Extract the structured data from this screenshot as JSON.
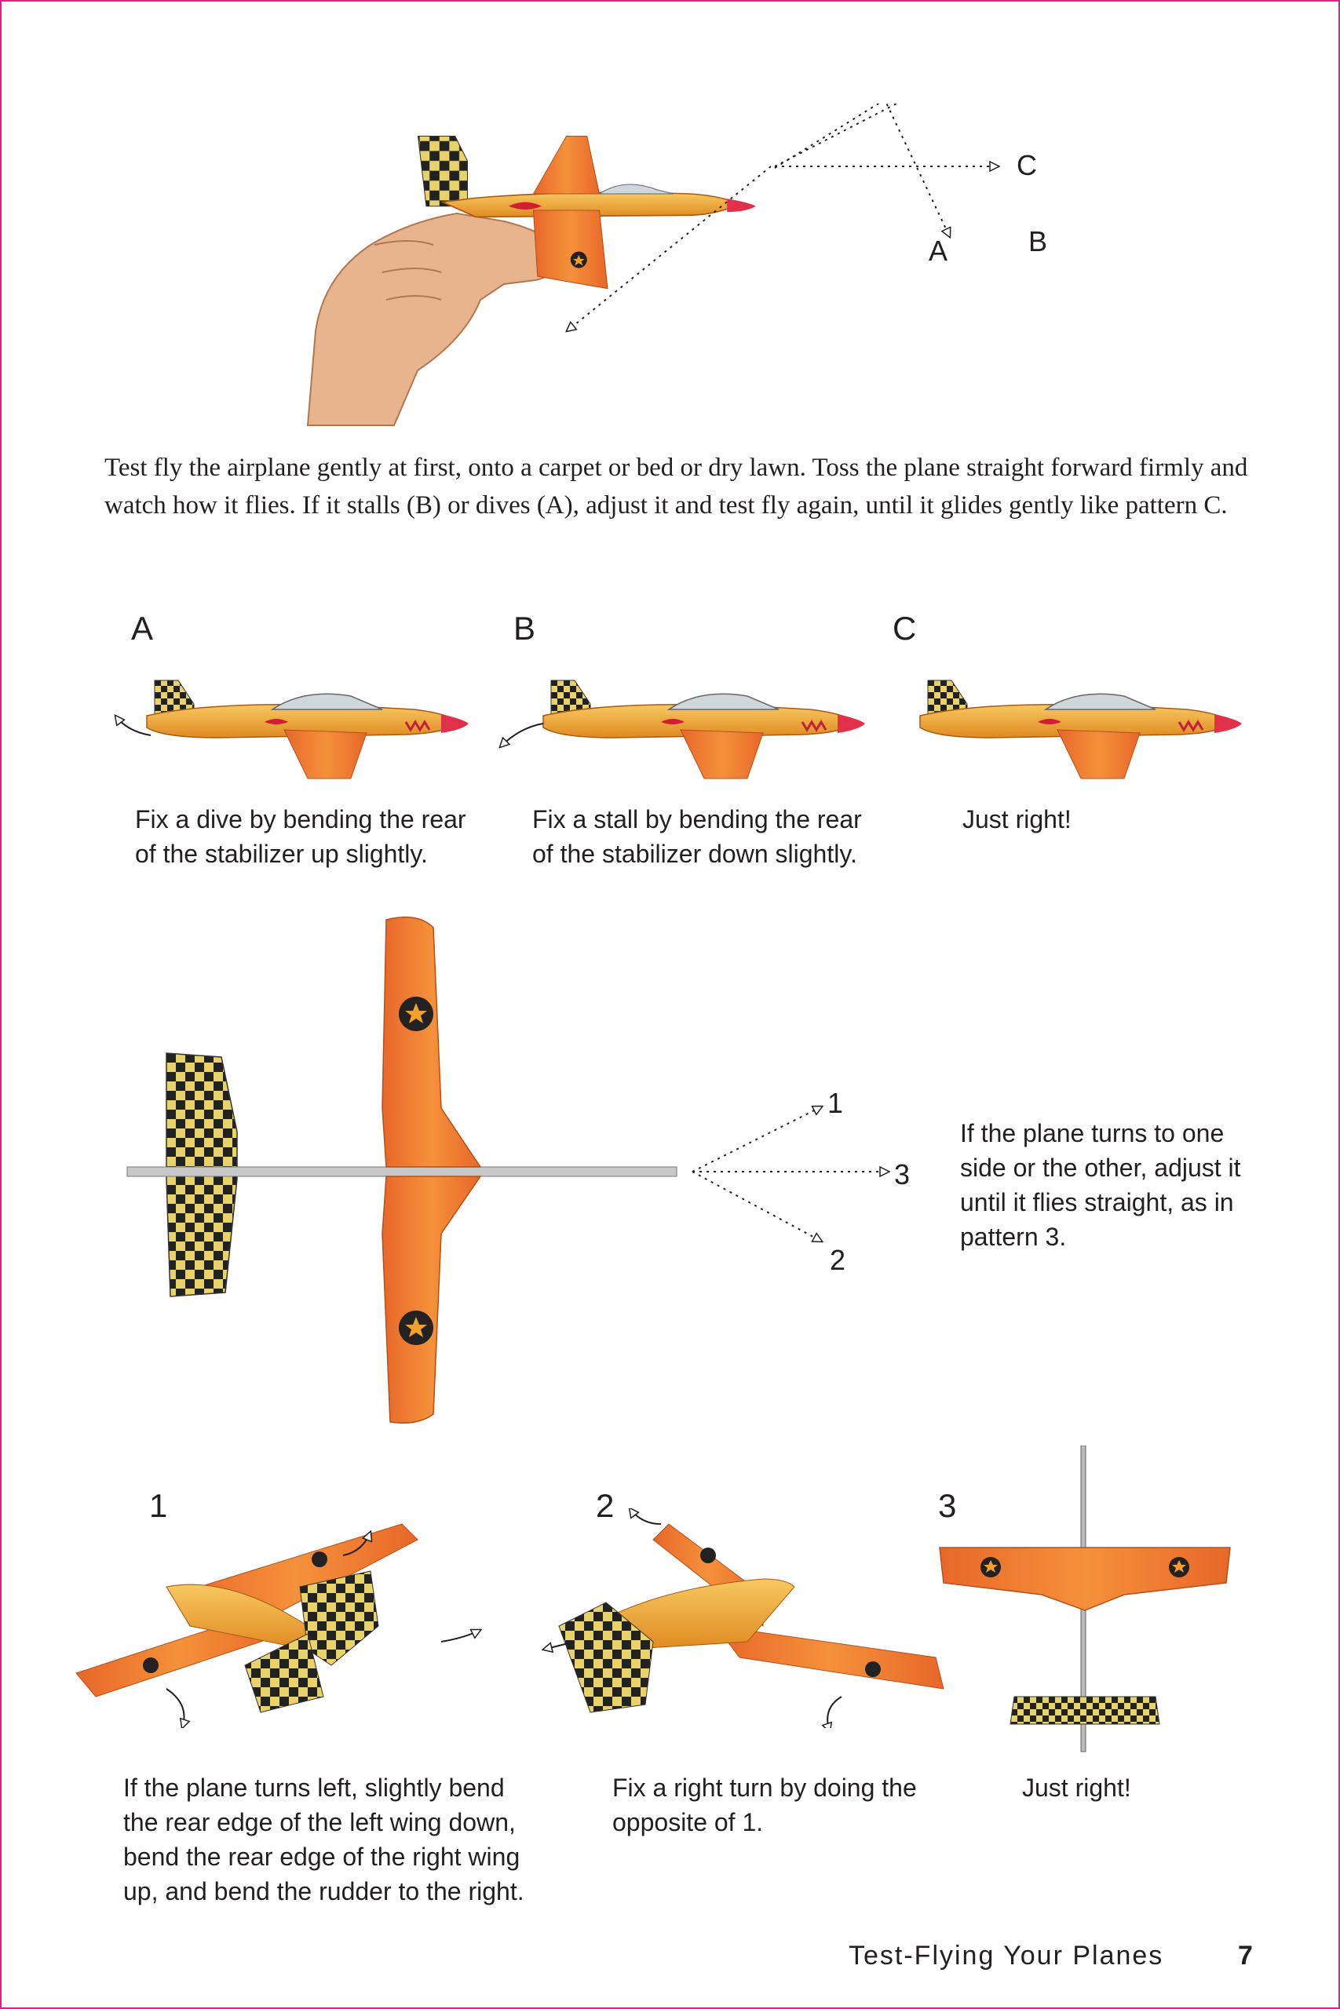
{
  "colors": {
    "border": "#e0218a",
    "wing": "#f07a2a",
    "fuselage": "#f2a83a",
    "check_dark": "#222222",
    "check_light": "#e8d36a"
  },
  "hero": {
    "labels": {
      "a": "A",
      "b": "B",
      "c": "C"
    }
  },
  "intro_text": "Test fly the airplane gently at first, onto a carpet or bed or dry lawn. Toss the plane straight forward firmly and watch how it flies. If it stalls (B) or dives (A), adjust it and test fly again, until it glides gently like pattern C.",
  "pitch_panels": [
    {
      "letter": "A",
      "caption": "Fix a dive by bending the rear of the stabilizer up slightly."
    },
    {
      "letter": "B",
      "caption": "Fix a stall by bending the rear of the stabilizer down slightly."
    },
    {
      "letter": "C",
      "caption": "Just right!"
    }
  ],
  "top_view": {
    "path_labels": {
      "p1": "1",
      "p2": "2",
      "p3": "3"
    },
    "caption": "If the plane turns to one side or the other, adjust it until it flies straight, as in pattern 3."
  },
  "turn_panels": [
    {
      "number": "1",
      "caption": "If the plane turns left, slightly bend the rear edge of the left wing down, bend the rear edge of the right wing up, and bend the rudder to the right."
    },
    {
      "number": "2",
      "caption": "Fix a right turn by doing the opposite of 1."
    },
    {
      "number": "3",
      "caption": "Just right!"
    }
  ],
  "footer": {
    "title": "Test-Flying Your Planes",
    "page_number": "7"
  }
}
